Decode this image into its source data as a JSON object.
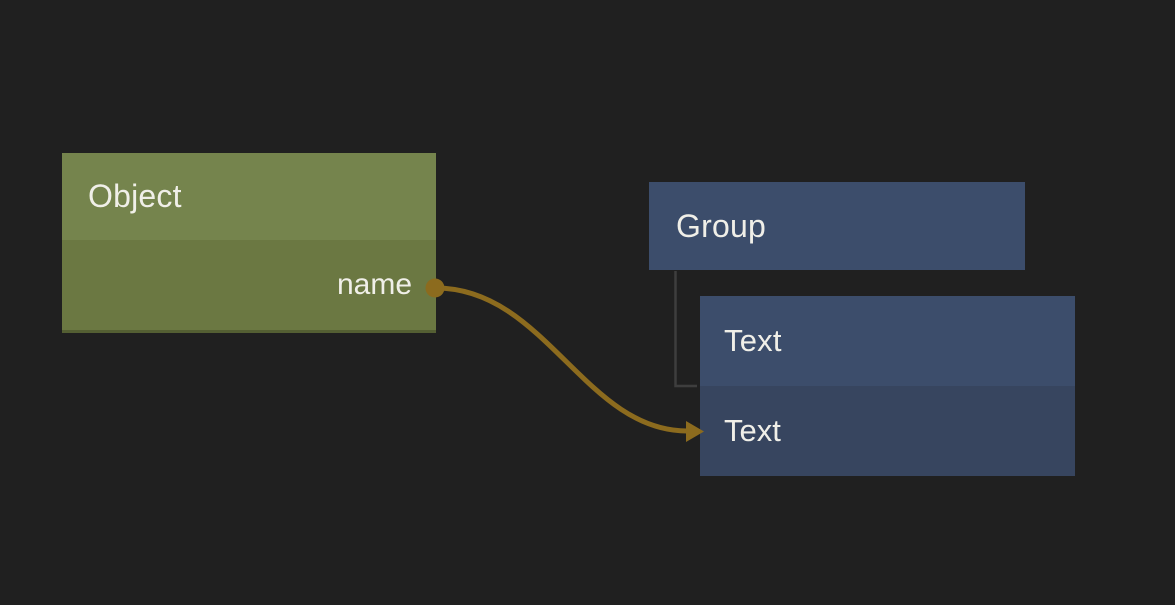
{
  "canvas": {
    "type": "node-graph-editor"
  },
  "colors": {
    "canvas_bg": "#202020",
    "object_header": "#75844d",
    "object_body": "#6b7842",
    "object_bottom_edge": "#545f33",
    "group_header": "#3c4d6b",
    "text_row": "#37455f",
    "wire": "#8c6b1e",
    "tree_line": "#3e3e3e",
    "label": "#f0efe8"
  },
  "nodes": {
    "object": {
      "title": "Object",
      "output_port": {
        "label": "name"
      }
    },
    "group": {
      "title": "Group"
    },
    "text": {
      "title": "Text",
      "value_row": {
        "label": "Text"
      }
    }
  },
  "connections": {
    "wire": {
      "from": "Object.name",
      "to": "Text",
      "style": "curved-arrow"
    },
    "hierarchy": {
      "from": "Group",
      "to": "Text",
      "style": "elbow-line"
    }
  }
}
